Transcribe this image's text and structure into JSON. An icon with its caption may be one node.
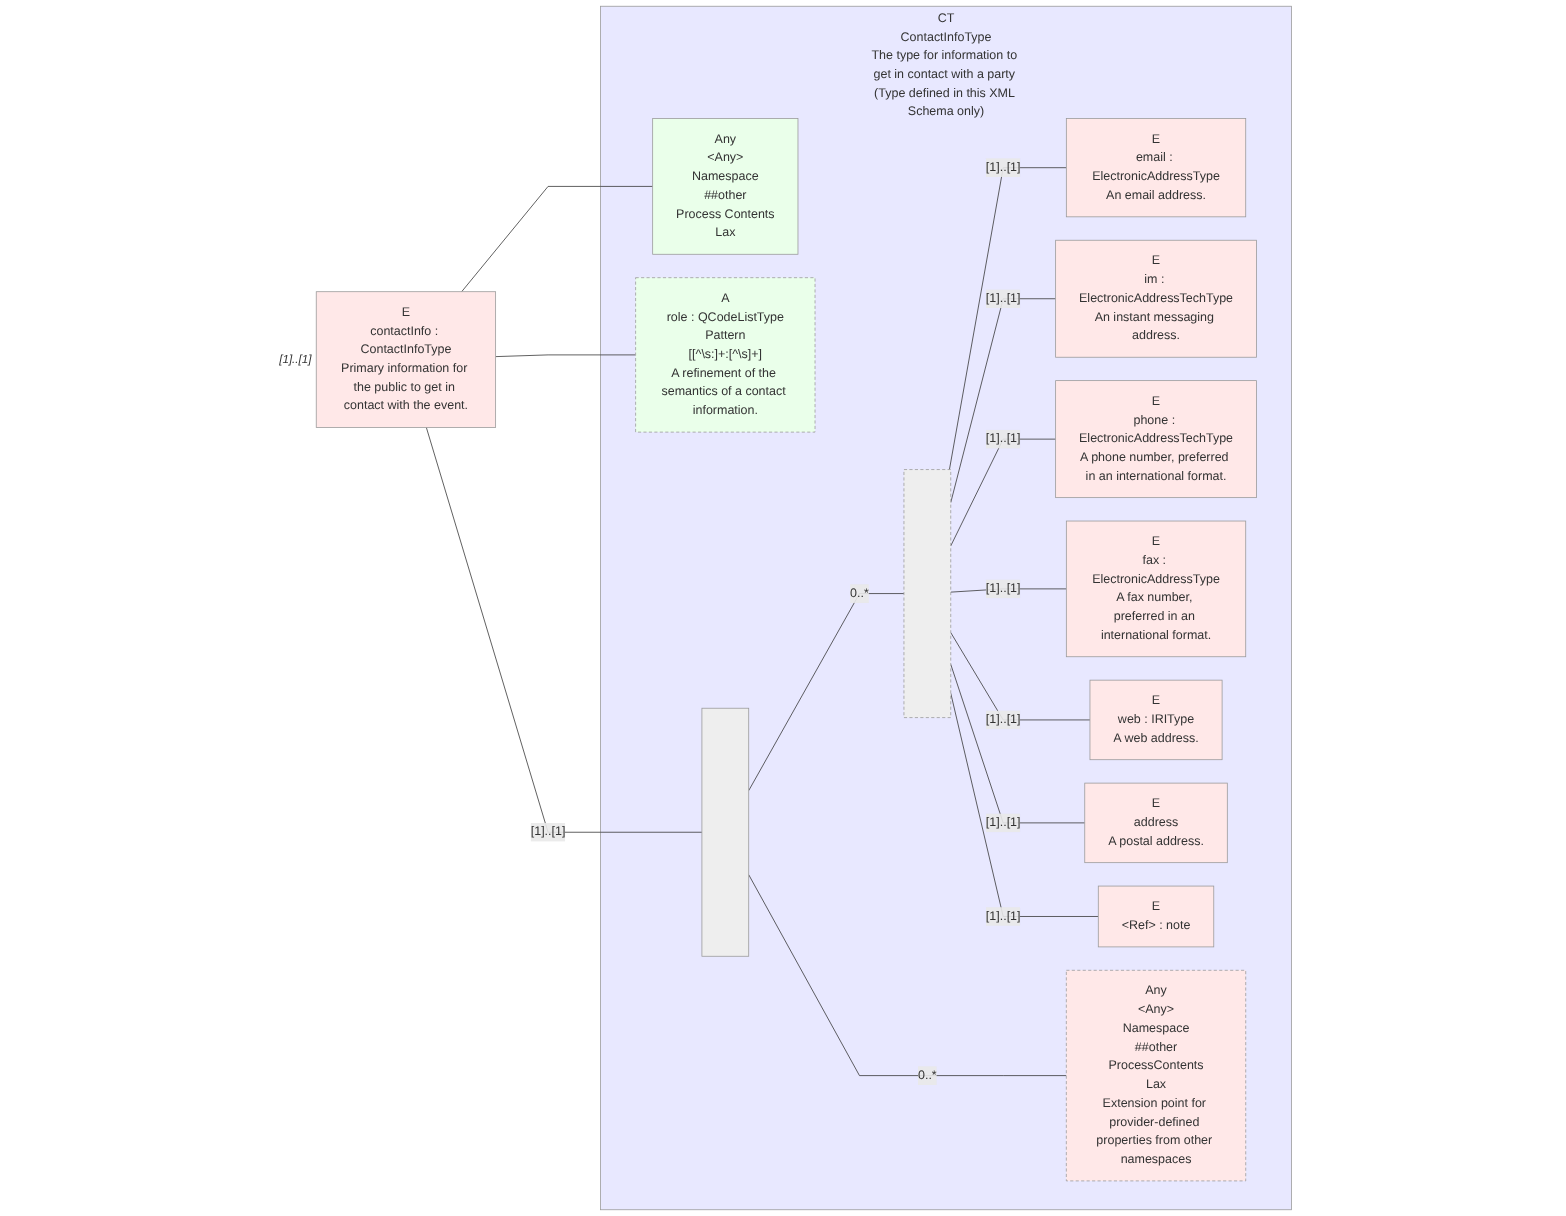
{
  "diagram": {
    "nodes": [
      {
        "text": [
          "E",
          "contactInfo : ContactInfoType",
          "Primary information for the public to get in contact with the event."
        ],
        "beside": [
          "[1]..[1]"
        ]
      },
      {
        "text": [
          "CT",
          "ContactInfoType",
          "The type for information to get in contact with a party (Type defined in this XML Schema only)"
        ]
      },
      {
        "text": [
          "Any",
          "<Any>",
          "Namespace",
          "##other",
          "Process Contents",
          "Lax"
        ],
        "in": 1
      },
      {
        "text": [
          "A",
          "role : QCodeListType",
          "Pattern",
          "[[^\\s:]+:[^\\s]+]",
          "A refinement of the semantics of a contact information."
        ],
        "in": 1
      },
      {
        "text": [],
        "shape": "bar",
        "in": 1
      },
      {
        "text": [],
        "shape": "bar",
        "in": 1
      },
      {
        "text": [
          "E",
          "email : ElectronicAddressType",
          "An email address."
        ],
        "in": 1
      },
      {
        "text": [
          "E",
          "im : ElectronicAddressTechType",
          "An instant messaging address."
        ],
        "in": 1
      },
      {
        "text": [
          "E",
          "phone : ElectronicAddressTechType",
          "A phone number, preferred in an international format."
        ],
        "in": 1
      },
      {
        "text": [
          "E",
          "fax : ElectronicAddressType",
          "A fax number, preferred in an international format."
        ],
        "in": 1
      },
      {
        "text": [
          "E",
          "web : IRIType",
          "A web address."
        ],
        "in": 1
      },
      {
        "text": [
          "E",
          "address",
          "A postal address."
        ],
        "in": 1
      },
      {
        "text": [
          "E",
          "<Ref> : note"
        ],
        "in": 1
      },
      {
        "text": [
          "Any",
          "<Any>",
          "Namespace",
          "##other",
          "ProcessContents",
          "Lax",
          "Extension point for provider-defined properties from other namespaces"
        ],
        "in": 1
      }
    ],
    "edges": [
      {
        "from": 0,
        "to": 2,
        "arrow": "none"
      },
      {
        "from": 0,
        "to": 3,
        "arrow": "none"
      },
      {
        "from": 0,
        "to": 4,
        "arrow": "none",
        "label": "[1]..[1]"
      },
      {
        "from": 4,
        "to": 5,
        "arrow": "none",
        "label": "0..*"
      },
      {
        "from": 5,
        "to": 6,
        "arrow": "none",
        "label": "[1]..[1]"
      },
      {
        "from": 5,
        "to": 7,
        "arrow": "none",
        "label": "[1]..[1]"
      },
      {
        "from": 5,
        "to": 8,
        "arrow": "none",
        "label": "[1]..[1]"
      },
      {
        "from": 5,
        "to": 9,
        "arrow": "none",
        "label": "[1]..[1]"
      },
      {
        "from": 5,
        "to": 10,
        "arrow": "none",
        "label": "[1]..[1]"
      },
      {
        "from": 5,
        "to": 11,
        "arrow": "none",
        "label": "[1]..[1]"
      },
      {
        "from": 5,
        "to": 12,
        "arrow": "none",
        "label": "[1]..[1]"
      },
      {
        "from": 4,
        "to": 13,
        "arrow": "none",
        "label": "0..*"
      }
    ]
  }
}
